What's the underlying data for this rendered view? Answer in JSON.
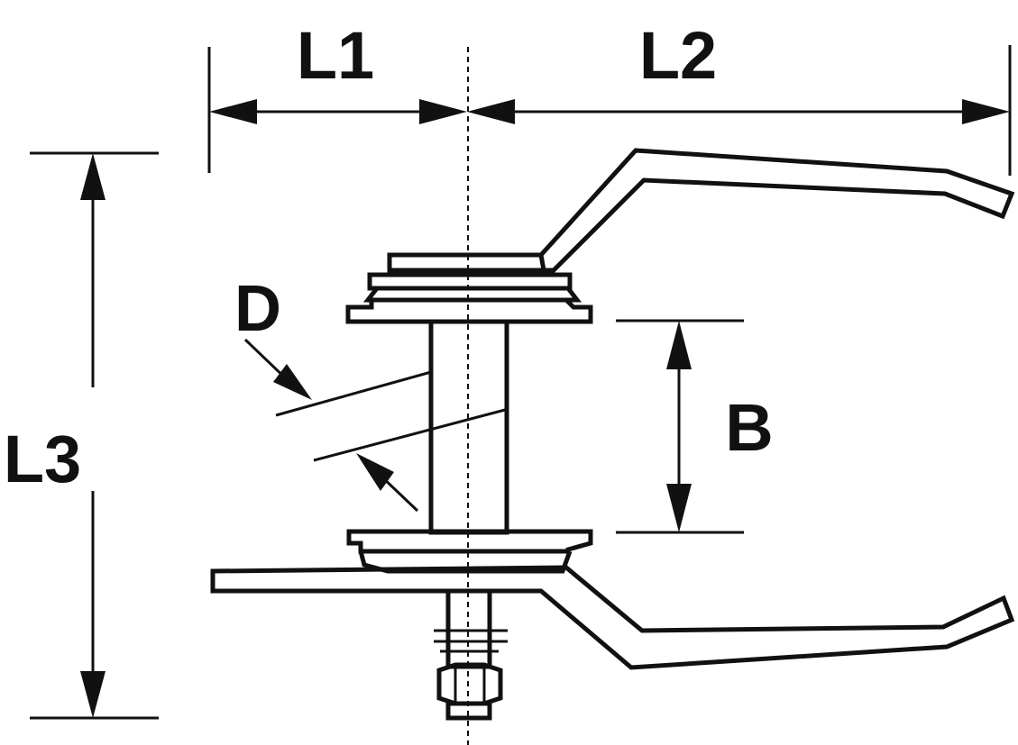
{
  "labels": {
    "l1": "L1",
    "l2": "L2",
    "l3": "L3",
    "d": "D",
    "b": "B"
  },
  "colors": {
    "line": "#111111",
    "background": "#ffffff"
  }
}
